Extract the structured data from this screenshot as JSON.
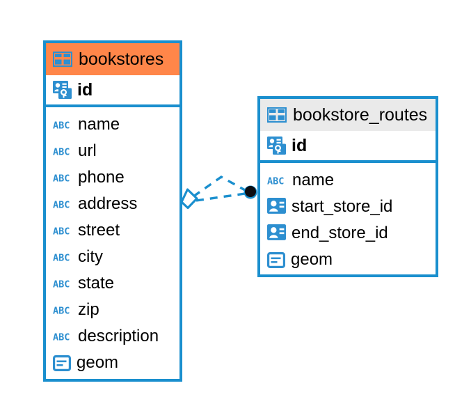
{
  "diagram": {
    "title": "Entity relationship diagram",
    "colors": {
      "border": "#1a8fce",
      "accent_header": "#ff8649",
      "neutral_header": "#eaeaea",
      "icon_blue": "#2d8fd0",
      "connector": "#1a8fce",
      "endpoint_fill": "#0d0d12",
      "background": "#ffffff"
    }
  },
  "entities": [
    {
      "name": "bookstores",
      "header_style": "accent",
      "header_icon": "table-icon",
      "primary_key": {
        "label": "id",
        "icon": "primary-key-icon"
      },
      "fields": [
        {
          "label": "name",
          "icon": "text-abc-icon"
        },
        {
          "label": "url",
          "icon": "text-abc-icon"
        },
        {
          "label": "phone",
          "icon": "text-abc-icon"
        },
        {
          "label": "address",
          "icon": "text-abc-icon"
        },
        {
          "label": "street",
          "icon": "text-abc-icon"
        },
        {
          "label": "city",
          "icon": "text-abc-icon"
        },
        {
          "label": "state",
          "icon": "text-abc-icon"
        },
        {
          "label": "zip",
          "icon": "text-abc-icon"
        },
        {
          "label": "description",
          "icon": "text-abc-icon"
        },
        {
          "label": "geom",
          "icon": "geometry-icon"
        }
      ]
    },
    {
      "name": "bookstore_routes",
      "header_style": "neutral",
      "header_icon": "table-icon",
      "primary_key": {
        "label": "id",
        "icon": "primary-key-icon"
      },
      "fields": [
        {
          "label": "name",
          "icon": "text-abc-icon"
        },
        {
          "label": "start_store_id",
          "icon": "foreign-key-icon"
        },
        {
          "label": "end_store_id",
          "icon": "foreign-key-icon"
        },
        {
          "label": "geom",
          "icon": "geometry-icon"
        }
      ]
    }
  ],
  "relationship": {
    "source_marker": "diamond-marker",
    "target_marker": "filled-circle-marker",
    "line_style": "dashed"
  }
}
